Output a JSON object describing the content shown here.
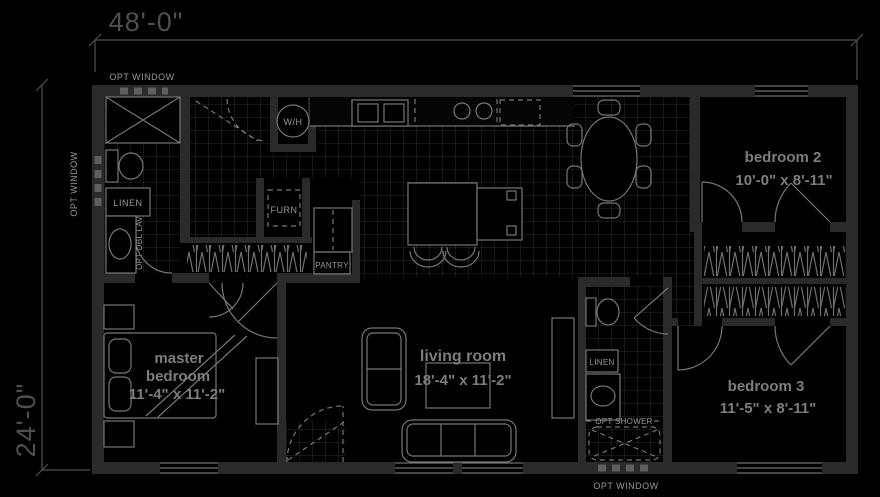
{
  "plan": {
    "dimensions": {
      "width": "48'-0\"",
      "depth": "24'-0\""
    },
    "rooms": {
      "master_bedroom": {
        "line1": "master",
        "line2": "bedroom",
        "size": "11'-4\" x 11'-2\""
      },
      "living_room": {
        "name": "living room",
        "size": "18'-4\" x 11'-2\""
      },
      "bedroom_2": {
        "name": "bedroom 2",
        "size": "10'-0\" x 8'-11\""
      },
      "bedroom_3": {
        "name": "bedroom 3",
        "size": "11'-5\" x 8'-11\""
      }
    },
    "labels": {
      "opt_window": "OPT WINDOW",
      "linen": "LINEN",
      "furnace": "FURN",
      "pantry": "PANTRY",
      "water_heater": "W/H",
      "opt_dbl_lav": "OPT DBL LAV",
      "opt_shower": "OPT SHOWER"
    },
    "colors": {
      "background": "#000000",
      "wall": "#2a2a2a",
      "fixture_line": "#767676",
      "tile_line": "#2d2d2d",
      "window_line": "#8a8a8a",
      "small_text": "#979797",
      "room_text": "#7d7d7d",
      "dimension_text": "#4f4f4f"
    }
  }
}
